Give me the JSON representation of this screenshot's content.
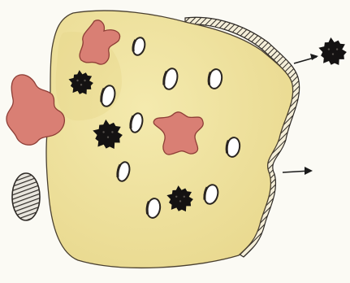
{
  "figure": {
    "background": "#fbfaf4",
    "colors": {
      "cell_fill": "#f0e4a2",
      "cell_shade": "#e6d488",
      "membrane_ink": "#2e2a26",
      "pink_particle": "#d97f74",
      "pink_edge": "#8e3e36",
      "black_particle": "#141212",
      "pore_fill": "#ffffff",
      "pore_rim": "#2a2520",
      "arrow_ink": "#1a1a1a"
    },
    "elements": {
      "cell": "cell-body",
      "membrane": "hatched-membrane-edge",
      "pores": "oval-pore",
      "pink_particles": "star-shaped-particle",
      "black_particles": "black-spiky-particle",
      "arrows": "outward-arrow",
      "outside_disc": "striped-disc"
    }
  }
}
